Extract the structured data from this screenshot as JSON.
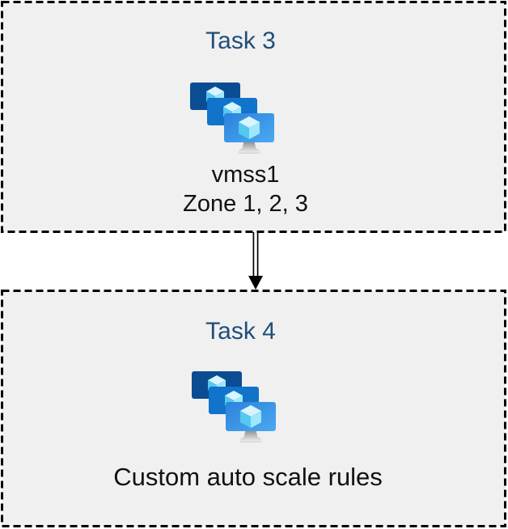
{
  "tasks": [
    {
      "title": "Task 3",
      "icon": "vmss-icon",
      "caption_line1": "vmss1",
      "caption_line2": "Zone 1, 2, 3"
    },
    {
      "title": "Task 4",
      "icon": "vmss-icon",
      "caption_line1": "Custom auto scale rules"
    }
  ],
  "connector": {
    "icon": "down-arrow-icon",
    "from": "Task 3",
    "to": "Task 4"
  },
  "colors": {
    "task_title": "#1F4E79",
    "caption_text": "#111111",
    "box_background": "#F0F0F0",
    "box_border": "#000000",
    "page_background": "#FFFFFF",
    "monitor_back": "#0B4D92",
    "monitor_middle": "#1173C9",
    "monitor_front_gradient_start": "#2C82DA",
    "monitor_front_gradient_end": "#4BA9F2",
    "cube_top": "#D7F5FE",
    "cube_left": "#54C8F1",
    "cube_right": "#9FE7FB",
    "stand_gradient_start": "#8F8F8F",
    "stand_gradient_end": "#E8E8E8",
    "arrow": "#000000"
  }
}
